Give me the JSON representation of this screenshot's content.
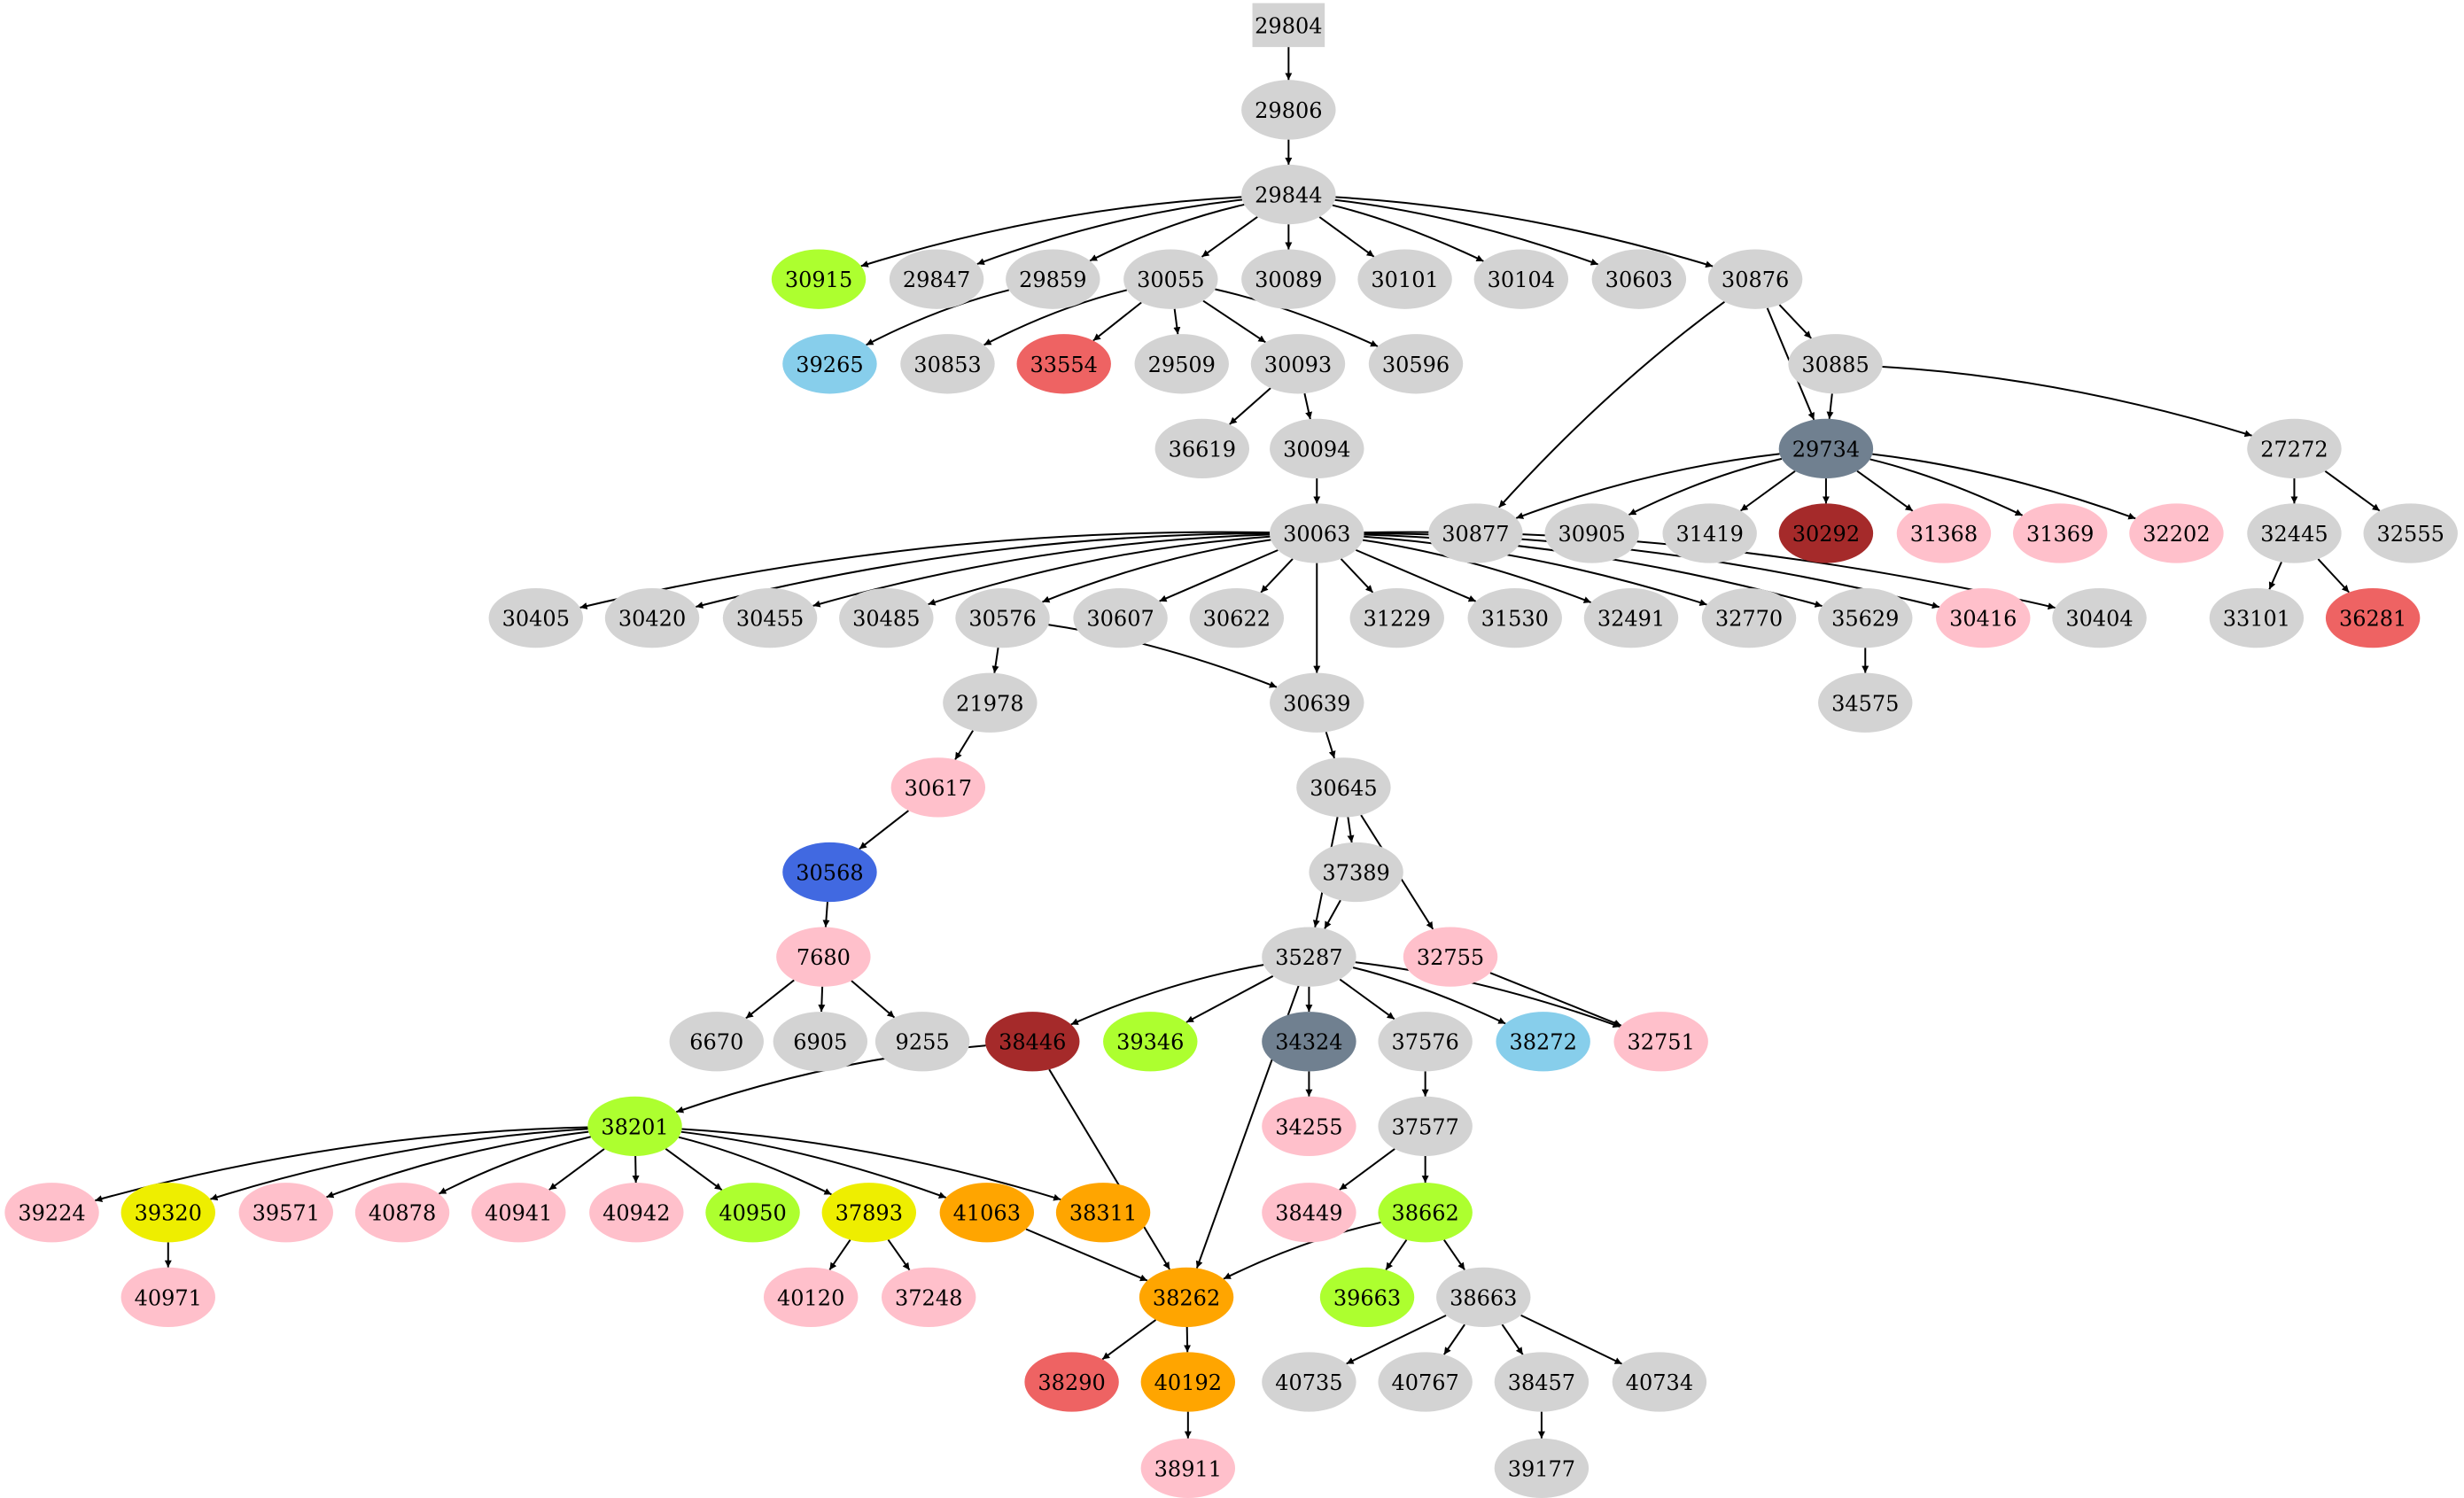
{
  "graph": {
    "type": "directed-tree",
    "root": "29804",
    "color_legend": {
      "default": "#d3d3d3",
      "greenyellow": "#adff2f",
      "skyblue": "#87ceeb",
      "lightcoral": "#ee6363",
      "slategray": "#708090",
      "brown": "#a52a2a",
      "pink": "#ffc0cb",
      "royalblue": "#4169e1",
      "yellow": "#eeee00",
      "orange": "#ffa500"
    },
    "nodes": [
      {
        "id": "29804",
        "shape": "box",
        "color": "#d3d3d3"
      },
      {
        "id": "29806",
        "color": "#d3d3d3"
      },
      {
        "id": "29844",
        "color": "#d3d3d3"
      },
      {
        "id": "30915",
        "color": "#adff2f"
      },
      {
        "id": "29847",
        "color": "#d3d3d3"
      },
      {
        "id": "29859",
        "color": "#d3d3d3"
      },
      {
        "id": "30055",
        "color": "#d3d3d3"
      },
      {
        "id": "30089",
        "color": "#d3d3d3"
      },
      {
        "id": "30101",
        "color": "#d3d3d3"
      },
      {
        "id": "30104",
        "color": "#d3d3d3"
      },
      {
        "id": "30603",
        "color": "#d3d3d3"
      },
      {
        "id": "30876",
        "color": "#d3d3d3"
      },
      {
        "id": "39265",
        "color": "#87ceeb"
      },
      {
        "id": "30853",
        "color": "#d3d3d3"
      },
      {
        "id": "33554",
        "color": "#ee6363"
      },
      {
        "id": "29509",
        "color": "#d3d3d3"
      },
      {
        "id": "30093",
        "color": "#d3d3d3"
      },
      {
        "id": "30596",
        "color": "#d3d3d3"
      },
      {
        "id": "30885",
        "color": "#d3d3d3"
      },
      {
        "id": "36619",
        "color": "#d3d3d3"
      },
      {
        "id": "30094",
        "color": "#d3d3d3"
      },
      {
        "id": "29734",
        "color": "#708090"
      },
      {
        "id": "27272",
        "color": "#d3d3d3"
      },
      {
        "id": "30063",
        "color": "#d3d3d3"
      },
      {
        "id": "30877",
        "color": "#d3d3d3"
      },
      {
        "id": "30905",
        "color": "#d3d3d3"
      },
      {
        "id": "31419",
        "color": "#d3d3d3"
      },
      {
        "id": "30292",
        "color": "#a52a2a"
      },
      {
        "id": "31368",
        "color": "#ffc0cb"
      },
      {
        "id": "31369",
        "color": "#ffc0cb"
      },
      {
        "id": "32202",
        "color": "#ffc0cb"
      },
      {
        "id": "32445",
        "color": "#d3d3d3"
      },
      {
        "id": "32555",
        "color": "#d3d3d3"
      },
      {
        "id": "30405",
        "color": "#d3d3d3"
      },
      {
        "id": "30420",
        "color": "#d3d3d3"
      },
      {
        "id": "30455",
        "color": "#d3d3d3"
      },
      {
        "id": "30485",
        "color": "#d3d3d3"
      },
      {
        "id": "30576",
        "color": "#d3d3d3"
      },
      {
        "id": "30607",
        "color": "#d3d3d3"
      },
      {
        "id": "30622",
        "color": "#d3d3d3"
      },
      {
        "id": "31229",
        "color": "#d3d3d3"
      },
      {
        "id": "31530",
        "color": "#d3d3d3"
      },
      {
        "id": "32491",
        "color": "#d3d3d3"
      },
      {
        "id": "32770",
        "color": "#d3d3d3"
      },
      {
        "id": "35629",
        "color": "#d3d3d3"
      },
      {
        "id": "30416",
        "color": "#ffc0cb"
      },
      {
        "id": "30404",
        "color": "#d3d3d3"
      },
      {
        "id": "33101",
        "color": "#d3d3d3"
      },
      {
        "id": "36281",
        "color": "#ee6363"
      },
      {
        "id": "21978",
        "color": "#d3d3d3"
      },
      {
        "id": "30639",
        "color": "#d3d3d3"
      },
      {
        "id": "34575",
        "color": "#d3d3d3"
      },
      {
        "id": "30617",
        "color": "#ffc0cb"
      },
      {
        "id": "30645",
        "color": "#d3d3d3"
      },
      {
        "id": "30568",
        "color": "#4169e1"
      },
      {
        "id": "37389",
        "color": "#d3d3d3"
      },
      {
        "id": "7680",
        "color": "#ffc0cb"
      },
      {
        "id": "35287",
        "color": "#d3d3d3"
      },
      {
        "id": "32755",
        "color": "#ffc0cb"
      },
      {
        "id": "6670",
        "color": "#d3d3d3"
      },
      {
        "id": "6905",
        "color": "#d3d3d3"
      },
      {
        "id": "9255",
        "color": "#d3d3d3"
      },
      {
        "id": "38446",
        "color": "#a52a2a"
      },
      {
        "id": "39346",
        "color": "#adff2f"
      },
      {
        "id": "34324",
        "color": "#708090"
      },
      {
        "id": "37576",
        "color": "#d3d3d3"
      },
      {
        "id": "38272",
        "color": "#87ceeb"
      },
      {
        "id": "32751",
        "color": "#ffc0cb"
      },
      {
        "id": "38201",
        "color": "#adff2f"
      },
      {
        "id": "34255",
        "color": "#ffc0cb"
      },
      {
        "id": "37577",
        "color": "#d3d3d3"
      },
      {
        "id": "39224",
        "color": "#ffc0cb"
      },
      {
        "id": "39320",
        "color": "#eeee00"
      },
      {
        "id": "39571",
        "color": "#ffc0cb"
      },
      {
        "id": "40878",
        "color": "#ffc0cb"
      },
      {
        "id": "40941",
        "color": "#ffc0cb"
      },
      {
        "id": "40942",
        "color": "#ffc0cb"
      },
      {
        "id": "40950",
        "color": "#adff2f"
      },
      {
        "id": "37893",
        "color": "#eeee00"
      },
      {
        "id": "41063",
        "color": "#ffa500"
      },
      {
        "id": "38311",
        "color": "#ffa500"
      },
      {
        "id": "38449",
        "color": "#ffc0cb"
      },
      {
        "id": "38662",
        "color": "#adff2f"
      },
      {
        "id": "40971",
        "color": "#ffc0cb"
      },
      {
        "id": "40120",
        "color": "#ffc0cb"
      },
      {
        "id": "37248",
        "color": "#ffc0cb"
      },
      {
        "id": "38262",
        "color": "#ffa500"
      },
      {
        "id": "39663",
        "color": "#adff2f"
      },
      {
        "id": "38663",
        "color": "#d3d3d3"
      },
      {
        "id": "38290",
        "color": "#ee6363"
      },
      {
        "id": "40192",
        "color": "#ffa500"
      },
      {
        "id": "40735",
        "color": "#d3d3d3"
      },
      {
        "id": "40767",
        "color": "#d3d3d3"
      },
      {
        "id": "38457",
        "color": "#d3d3d3"
      },
      {
        "id": "40734",
        "color": "#d3d3d3"
      },
      {
        "id": "38911",
        "color": "#ffc0cb"
      },
      {
        "id": "39177",
        "color": "#d3d3d3"
      }
    ],
    "edges": [
      [
        "29804",
        "29806"
      ],
      [
        "29806",
        "29844"
      ],
      [
        "29844",
        "30915"
      ],
      [
        "29844",
        "29847"
      ],
      [
        "29844",
        "29859"
      ],
      [
        "29844",
        "30055"
      ],
      [
        "29844",
        "30089"
      ],
      [
        "29844",
        "30101"
      ],
      [
        "29844",
        "30104"
      ],
      [
        "29844",
        "30603"
      ],
      [
        "29844",
        "30876"
      ],
      [
        "29859",
        "39265"
      ],
      [
        "30055",
        "30853"
      ],
      [
        "30055",
        "33554"
      ],
      [
        "30055",
        "29509"
      ],
      [
        "30055",
        "30093"
      ],
      [
        "30055",
        "30596"
      ],
      [
        "30876",
        "30877"
      ],
      [
        "30876",
        "29734"
      ],
      [
        "30876",
        "30885"
      ],
      [
        "30885",
        "29734"
      ],
      [
        "30885",
        "27272"
      ],
      [
        "30093",
        "36619"
      ],
      [
        "30093",
        "30094"
      ],
      [
        "30094",
        "30063"
      ],
      [
        "29734",
        "30877"
      ],
      [
        "29734",
        "30905"
      ],
      [
        "29734",
        "31419"
      ],
      [
        "29734",
        "30292"
      ],
      [
        "29734",
        "31368"
      ],
      [
        "29734",
        "31369"
      ],
      [
        "29734",
        "32202"
      ],
      [
        "27272",
        "32445"
      ],
      [
        "27272",
        "32555"
      ],
      [
        "32445",
        "33101"
      ],
      [
        "32445",
        "36281"
      ],
      [
        "30063",
        "30405"
      ],
      [
        "30063",
        "30420"
      ],
      [
        "30063",
        "30455"
      ],
      [
        "30063",
        "30485"
      ],
      [
        "30063",
        "30576"
      ],
      [
        "30063",
        "30607"
      ],
      [
        "30063",
        "30622"
      ],
      [
        "30063",
        "30639"
      ],
      [
        "30063",
        "31229"
      ],
      [
        "30063",
        "31530"
      ],
      [
        "30063",
        "32491"
      ],
      [
        "30063",
        "32770"
      ],
      [
        "30063",
        "35629"
      ],
      [
        "30063",
        "30416"
      ],
      [
        "30063",
        "30404"
      ],
      [
        "35629",
        "34575"
      ],
      [
        "30576",
        "21978"
      ],
      [
        "30576",
        "30639"
      ],
      [
        "21978",
        "30617"
      ],
      [
        "30617",
        "30568"
      ],
      [
        "30568",
        "7680"
      ],
      [
        "7680",
        "6670"
      ],
      [
        "7680",
        "6905"
      ],
      [
        "7680",
        "9255"
      ],
      [
        "30639",
        "30645"
      ],
      [
        "30645",
        "35287"
      ],
      [
        "30645",
        "37389"
      ],
      [
        "30645",
        "32755"
      ],
      [
        "37389",
        "35287"
      ],
      [
        "32755",
        "32751"
      ],
      [
        "35287",
        "38446"
      ],
      [
        "35287",
        "39346"
      ],
      [
        "35287",
        "38262"
      ],
      [
        "35287",
        "34324"
      ],
      [
        "35287",
        "37576"
      ],
      [
        "35287",
        "38272"
      ],
      [
        "35287",
        "32751"
      ],
      [
        "34324",
        "34255"
      ],
      [
        "37576",
        "37577"
      ],
      [
        "37577",
        "38449"
      ],
      [
        "37577",
        "38662"
      ],
      [
        "38446",
        "38201"
      ],
      [
        "38446",
        "38262"
      ],
      [
        "38201",
        "39224"
      ],
      [
        "38201",
        "39320"
      ],
      [
        "38201",
        "39571"
      ],
      [
        "38201",
        "40878"
      ],
      [
        "38201",
        "40941"
      ],
      [
        "38201",
        "40942"
      ],
      [
        "38201",
        "40950"
      ],
      [
        "38201",
        "37893"
      ],
      [
        "38201",
        "41063"
      ],
      [
        "38201",
        "38311"
      ],
      [
        "39320",
        "40971"
      ],
      [
        "37893",
        "40120"
      ],
      [
        "37893",
        "37248"
      ],
      [
        "41063",
        "38262"
      ],
      [
        "38662",
        "38262"
      ],
      [
        "38662",
        "39663"
      ],
      [
        "38662",
        "38663"
      ],
      [
        "38262",
        "38290"
      ],
      [
        "38262",
        "40192"
      ],
      [
        "40192",
        "38911"
      ],
      [
        "38663",
        "40735"
      ],
      [
        "38663",
        "40767"
      ],
      [
        "38663",
        "38457"
      ],
      [
        "38663",
        "40734"
      ],
      [
        "38457",
        "39177"
      ]
    ]
  }
}
